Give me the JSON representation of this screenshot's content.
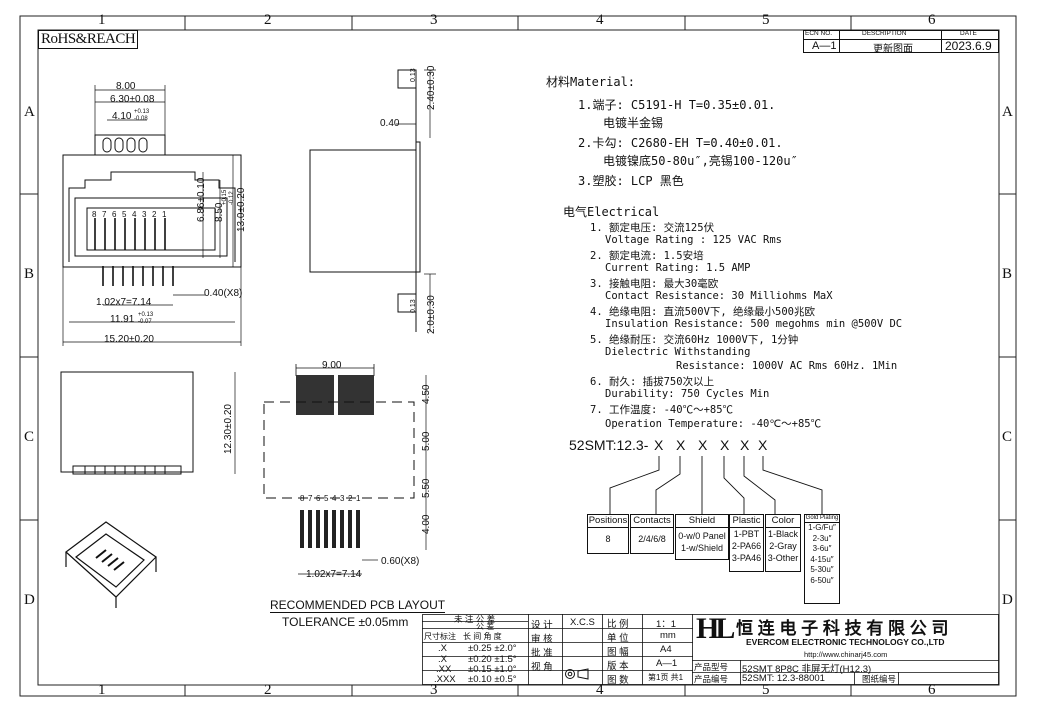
{
  "frame": {
    "top_zones": [
      "1",
      "2",
      "3",
      "4",
      "5",
      "6"
    ],
    "bottom_zones": [
      "1",
      "2",
      "3",
      "4",
      "5",
      "6"
    ],
    "left_zones": [
      "A",
      "B",
      "C",
      "D"
    ],
    "right_zones": [
      "A",
      "B",
      "C",
      "D"
    ]
  },
  "compliance_label": "RoHS&REACH",
  "revision": {
    "headers": [
      "ECN NO.",
      "DESCRIPTION",
      "DATE"
    ],
    "row": [
      "A—1",
      "更新图面",
      "2023.6.9"
    ]
  },
  "material": {
    "title": "材料Material:",
    "items": [
      "1.端子: C5191-H T=0.35±0.01.",
      "电镀半金锡",
      "2.卡勾: C2680-EH T=0.40±0.01.",
      "电镀镍底50-80u″,亮锡100-120u″",
      "3.塑胶: LCP 黑色"
    ]
  },
  "electrical": {
    "title": "电气Electrical",
    "lines": [
      "1. 额定电压: 交流125伏",
      "Voltage Rating : 125 VAC Rms",
      "2. 额定电流: 1.5安培",
      "Current Rating: 1.5 AMP",
      "3. 接触电阻: 最大30毫欧",
      "Contact Resistance: 30 Milliohms MaX",
      "4. 绝缘电阻: 直流500V下, 绝缘最小500兆欧",
      "Insulation Resistance: 500 megohms min @500V DC",
      "5. 绝缘耐压: 交流60Hz 1000V下, 1分钟",
      "Dielectric Withstanding",
      "Resistance: 1000V AC Rms 60Hz. 1Min",
      "6. 耐久: 插拔750次以上",
      "Durability: 750 Cycles Min",
      "7. 工作温度: -40℃〜+85℃",
      "Operation Temperature: -40℃〜+85℃"
    ]
  },
  "part_code": {
    "prefix": "52SMT:12.3-",
    "slots": [
      "X",
      "X",
      "X",
      "X",
      "X",
      "X"
    ],
    "boxes": [
      {
        "title": "Positions",
        "options": [
          "8"
        ]
      },
      {
        "title": "Contacts",
        "options": [
          "2/4/6/8"
        ]
      },
      {
        "title": "Shield",
        "options": [
          "0-w/0 Panel",
          "1-w/Shield"
        ]
      },
      {
        "title": "Plastic",
        "options": [
          "1-PBT",
          "2-PA66",
          "3-PA46"
        ]
      },
      {
        "title": "Color",
        "options": [
          "1-Black",
          "2-Gray",
          "3-Other"
        ]
      },
      {
        "title": "Gold Plating",
        "options": [
          "1-G/Fu″",
          "2-3u″",
          "3-6u″",
          "4-15u″",
          "5-30u″",
          "6-50u″"
        ]
      }
    ]
  },
  "front_view": {
    "dims": [
      "8.00",
      "6.30±0.08",
      "4.10",
      "6.86±0.10",
      "8.50",
      "13.0±0.20",
      "0.40(X8)",
      "1.02x7=7.14",
      "11.91",
      "15.20±0.20"
    ],
    "tol_410": [
      "+0.13",
      "-0.08"
    ],
    "tol_850": [
      "+0.15",
      "-0.12"
    ],
    "tol_1191": [
      "+0.13",
      "-0.07"
    ],
    "pin_numbers": [
      "8",
      "7",
      "6",
      "5",
      "4",
      "3",
      "2",
      "1"
    ]
  },
  "side_view": {
    "dims": [
      "2.40±0.30",
      "0.40",
      "2.0±0.30"
    ],
    "flatness_tol": "0.13"
  },
  "bottom_view": {
    "dims": [
      "12.30±0.20"
    ]
  },
  "pcb_layout": {
    "title": "RECOMMENDED PCB LAYOUT",
    "tolerance": "TOLERANCE ±0.05mm",
    "dims": [
      "9.00",
      "4.50",
      "5.00",
      "5.50",
      "4.00",
      "0.60(X8)",
      "1.02x7=7.14"
    ],
    "pin_numbers": [
      "8",
      "7",
      "6",
      "5",
      "4",
      "3",
      "2",
      "1"
    ]
  },
  "title_block": {
    "tol_header": "未 注 公 差",
    "tol_sub1": "公 差",
    "tol_label": "尺寸标注",
    "tol_cols": "长 间 角 度",
    "tol_rows": [
      {
        "k": ".X",
        "v": "±0.25 ±2.0°"
      },
      {
        "k": ".X",
        "v": "±0.20 ±1.5°"
      },
      {
        "k": ".XX",
        "v": "±0.15 ±1.0°"
      },
      {
        "k": ".XXX",
        "v": "±0.10 ±0.5°"
      }
    ],
    "roles": [
      "设 计",
      "审 核",
      "批 准",
      "视 角"
    ],
    "designer": "X.C.S",
    "props": [
      {
        "k": "比  例",
        "v": "1：1"
      },
      {
        "k": "单  位",
        "v": "mm"
      },
      {
        "k": "图  幅",
        "v": "A4"
      },
      {
        "k": "版  本",
        "v": "A—1"
      },
      {
        "k": "图  数",
        "v": "第1页 共1"
      }
    ],
    "company_cn": "恒 连 电 子 科 技 有 限 公 司",
    "company_en": "EVERCOM ELECTRONIC TECHNOLOGY CO.,LTD",
    "url": "http://www.chinarj45.com",
    "logo": "HL",
    "product_name_label": "产品型号",
    "product_name": "52SMT 8P8C 非屏无灯(H12.3)",
    "product_code_label": "产品编号",
    "product_code": "52SMT: 12.3-88001",
    "drawing_no_label": "图纸编号"
  }
}
